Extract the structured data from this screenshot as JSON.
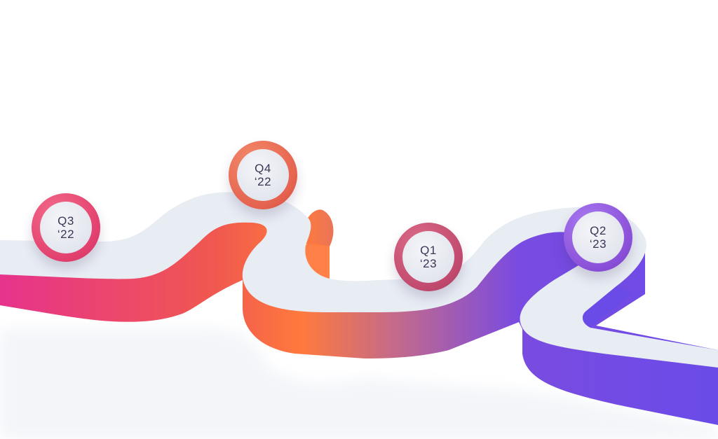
{
  "milestones": [
    {
      "quarter": "Q3",
      "year": "‘22",
      "color": "#e8416c"
    },
    {
      "quarter": "Q4",
      "year": "‘22",
      "color": "#e9634f"
    },
    {
      "quarter": "Q1",
      "year": "‘23",
      "color": "#c04a6e"
    },
    {
      "quarter": "Q2",
      "year": "‘23",
      "color": "#8a4fd8"
    }
  ],
  "colors": {
    "road_top": "#e8edf4",
    "wall_pink": "#e6338c",
    "wall_coral": "#f0584f",
    "wall_orange": "#ff7a3d",
    "wall_mauve": "#c46a8a",
    "wall_purple": "#6a4be8"
  }
}
